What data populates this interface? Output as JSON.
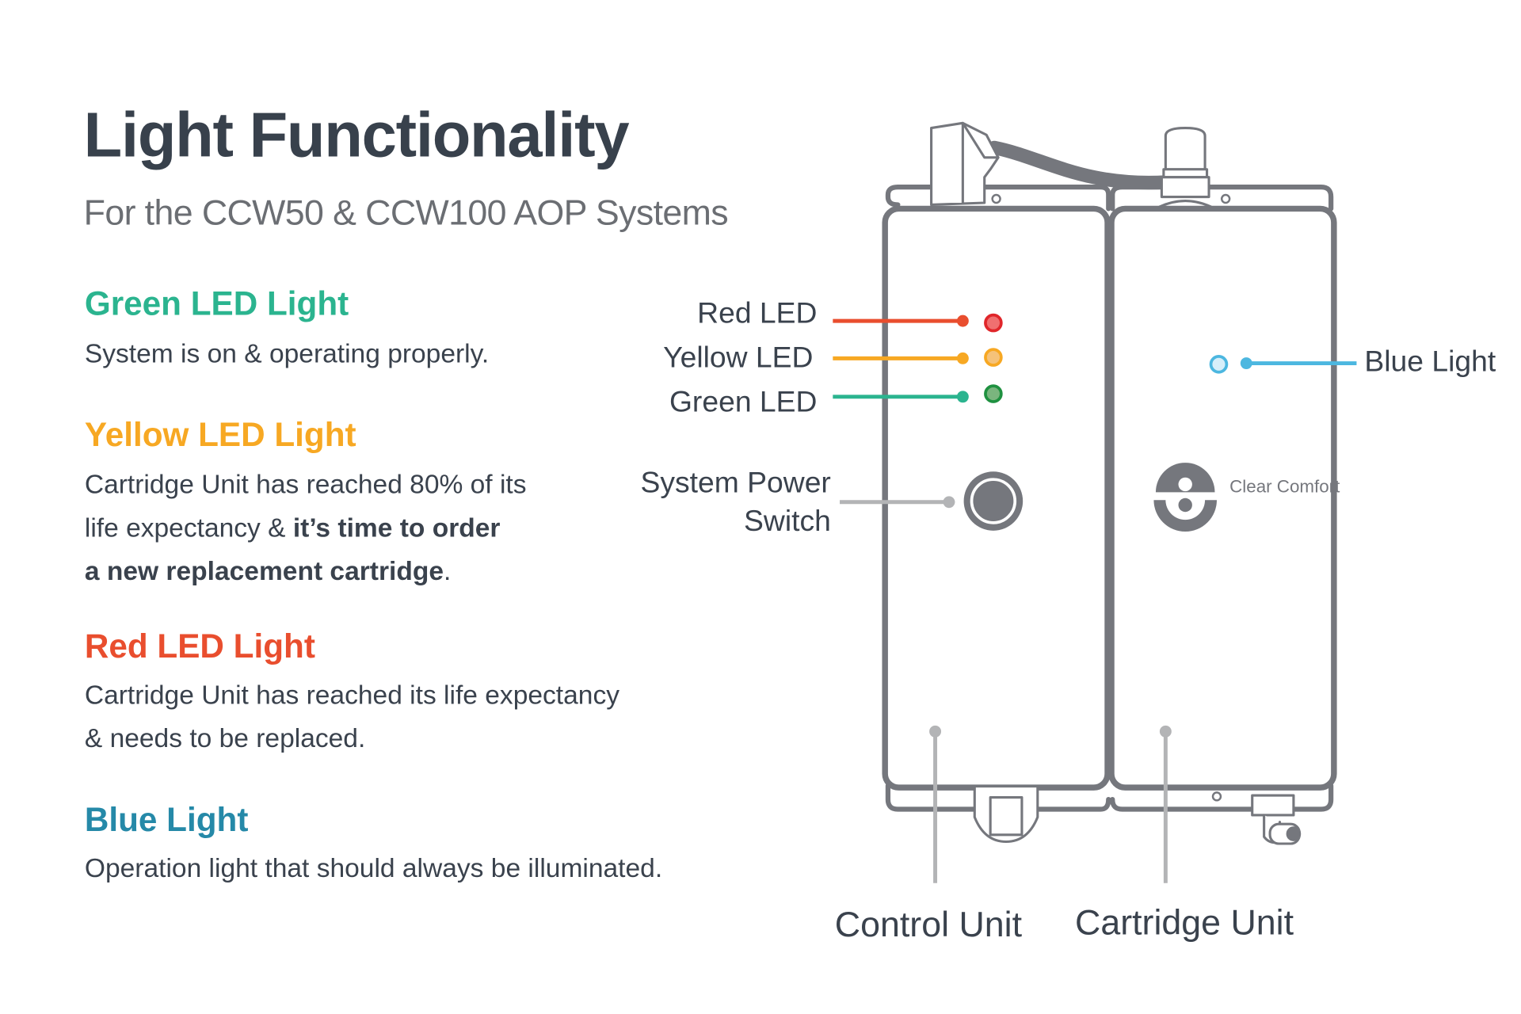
{
  "title": "Light Functionality",
  "subtitle": "For the CCW50 & CCW100 AOP Systems",
  "sections": [
    {
      "heading": "Green LED Light",
      "color": "#2bb48f",
      "text": "System is on & operating properly."
    },
    {
      "heading": "Yellow LED Light",
      "color": "#f7a823",
      "text_1": "Cartridge Unit has reached 80% of its",
      "text_2": "life expectancy & ",
      "text_bold_1": "it’s time to order",
      "text_bold_2": "a new replacement cartridge",
      "text_end": "."
    },
    {
      "heading": "Red LED Light",
      "color": "#e94e2e",
      "text_1": "Cartridge Unit has reached its life expectancy",
      "text_2": "& needs to be replaced."
    },
    {
      "heading": "Blue Light",
      "color": "#2589a8",
      "text": "Operation light that should always be illuminated."
    }
  ],
  "diagram": {
    "red_led": "Red LED",
    "yellow_led": "Yellow LED",
    "green_led": "Green LED",
    "power_switch_1": "System Power",
    "power_switch_2": "Switch",
    "blue_light": "Blue Light",
    "control_unit": "Control Unit",
    "cartridge_unit": "Cartridge Unit",
    "logo": "Clear Comfort",
    "colors": {
      "red": "#e94e2e",
      "yellow": "#f7a823",
      "green": "#2bb48f",
      "blue": "#4cb7e0",
      "outline": "#75777d",
      "pointer": "#b3b4b6"
    }
  }
}
